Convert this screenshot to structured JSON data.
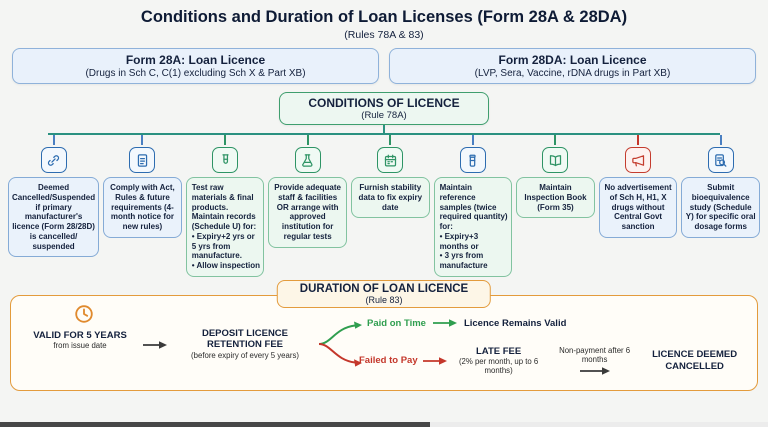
{
  "page": {
    "title": "Conditions and Duration of Loan Licenses (Form 28A & 28DA)",
    "subtitle": "(Rules 78A & 83)"
  },
  "forms": [
    {
      "title": "Form 28A: Loan Licence",
      "subtitle": "(Drugs in Sch C, C(1) excluding Sch X & Part XB)"
    },
    {
      "title": "Form 28DA: Loan Licence",
      "subtitle": "(LVP, Sera, Vaccine, rDNA drugs in Part XB)"
    }
  ],
  "conditions": {
    "title": "CONDITIONS OF LICENCE",
    "subtitle": "(Rule 78A)",
    "cards": [
      {
        "icon": "chain-link-icon",
        "theme": "blue",
        "text": "Deemed Cancelled/Suspended if primary manufacturer's licence (Form 28/28D) is cancelled/ suspended"
      },
      {
        "icon": "document-icon",
        "theme": "blue",
        "text": "Comply with Act, Rules & future requirements (4-month notice for new rules)"
      },
      {
        "icon": "test-tube-icon",
        "theme": "green",
        "text": "Test raw materials & final products. Maintain records (Schedule U) for:\n• Expiry+2 yrs or 5 yrs from manufacture.\n• Allow inspection"
      },
      {
        "icon": "flask-icon",
        "theme": "green",
        "text": "Provide adequate staff & facilities OR arrange with approved institution for regular tests"
      },
      {
        "icon": "calendar-icon",
        "theme": "green",
        "text": "Furnish stability data to fix expiry date"
      },
      {
        "icon": "sample-jar-icon",
        "theme": "green",
        "text": "Maintain reference samples (twice required quantity) for:\n• Expiry+3 months or\n• 3 yrs from manufacture"
      },
      {
        "icon": "book-icon",
        "theme": "green",
        "text": "Maintain Inspection Book (Form 35)"
      },
      {
        "icon": "megaphone-icon",
        "theme": "blue",
        "text": "No advertisement of Sch H, H1, X drugs without Central Govt sanction"
      },
      {
        "icon": "document-search-icon",
        "theme": "blue",
        "text": "Submit bioequivalence study (Schedule Y) for specific oral dosage forms"
      }
    ]
  },
  "duration": {
    "title": "DURATION OF LOAN LICENCE",
    "subtitle": "(Rule 83)",
    "valid": {
      "title": "VALID FOR 5 YEARS",
      "subtitle": "from issue date"
    },
    "deposit": {
      "title": "DEPOSIT LICENCE RETENTION FEE",
      "subtitle": "(before expiry of every 5 years)"
    },
    "paid": {
      "label": "Paid on Time",
      "result": "Licence Remains Valid"
    },
    "failed": {
      "label": "Failed to Pay",
      "fee_title": "LATE FEE",
      "fee_subtitle": "(2% per month, up to 6 months)",
      "nonpayment": "Non-payment after 6 months",
      "result": "LICENCE DEEMED CANCELLED"
    }
  },
  "palette": {
    "blue": "#2d6cb0",
    "green": "#2e9465",
    "teal_connector": "#2a9180",
    "orange": "#e39b3c",
    "red": "#c4372b",
    "navy": "#0e1b35"
  }
}
